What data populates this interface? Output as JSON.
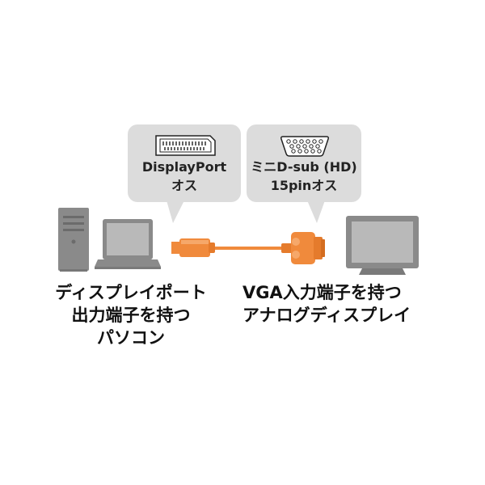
{
  "connectors": {
    "displayport": {
      "line1": "DisplayPort",
      "line2": "オス"
    },
    "minidsub": {
      "line1": "ミニD-sub (HD)",
      "line2": "15pinオス"
    }
  },
  "captions": {
    "left": [
      "ディスプレイポート",
      "出力端子を持つ",
      "パソコン"
    ],
    "right": [
      "VGA入力端子を持つ",
      "アナログディスプレイ"
    ]
  },
  "colors": {
    "cable": "#f08a3c",
    "device": "#8a8a8a",
    "bubble": "#dcdcdc"
  }
}
